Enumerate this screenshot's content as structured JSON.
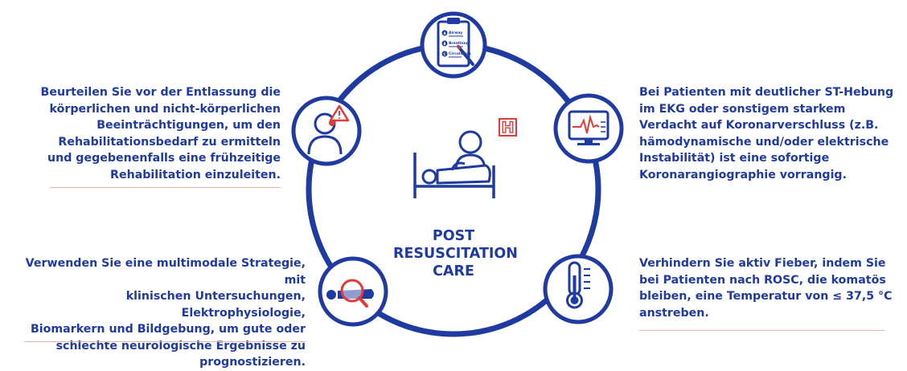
{
  "center": {
    "title_line1": "POST",
    "title_line2": "RESUSCITATION",
    "title_line3": "CARE",
    "hospital_letter": "H"
  },
  "checklist": {
    "item_a_letter": "A",
    "item_a": "Airway",
    "item_b_letter": "B",
    "item_b": "Breathing",
    "item_c_letter": "C",
    "item_c": "Circulation"
  },
  "texts": {
    "rehab": "Beurteilen Sie vor der Entlassung die\nkörperlichen und nicht-körperlichen\nBeeinträchtigungen, um den\nRehabilitationsbedarf zu ermitteln\nund gegebenenfalls eine frühzeitige\nRehabilitation einzuleiten.",
    "coronary": "Bei Patienten mit deutlicher ST-Hebung\nim EKG oder sonstigem starkem\nVerdacht auf Koronarverschluss (z.B.\nhämodynamische und/oder elektrische\nInstabilität) ist eine sofortige\nKoronarangiographie vorrangig.",
    "prognosis": "Verwenden Sie eine multimodale Strategie, mit\nklinischen Untersuchungen, Elektrophysiologie,\nBiomarkern und Bildgebung, um gute oder\nschlechte neurologische Ergebnisse zu\nprognostizieren.",
    "temperature": "Verhindern Sie aktiv Fieber, indem Sie\nbei Patienten nach ROSC, die komatös\nbleiben, eine Temperatur von ≤ 37,5 °C\nanstreben."
  },
  "colors": {
    "primary": "#1f3aa0",
    "accent": "#e03a3a",
    "rule": "#f0b3a8"
  }
}
